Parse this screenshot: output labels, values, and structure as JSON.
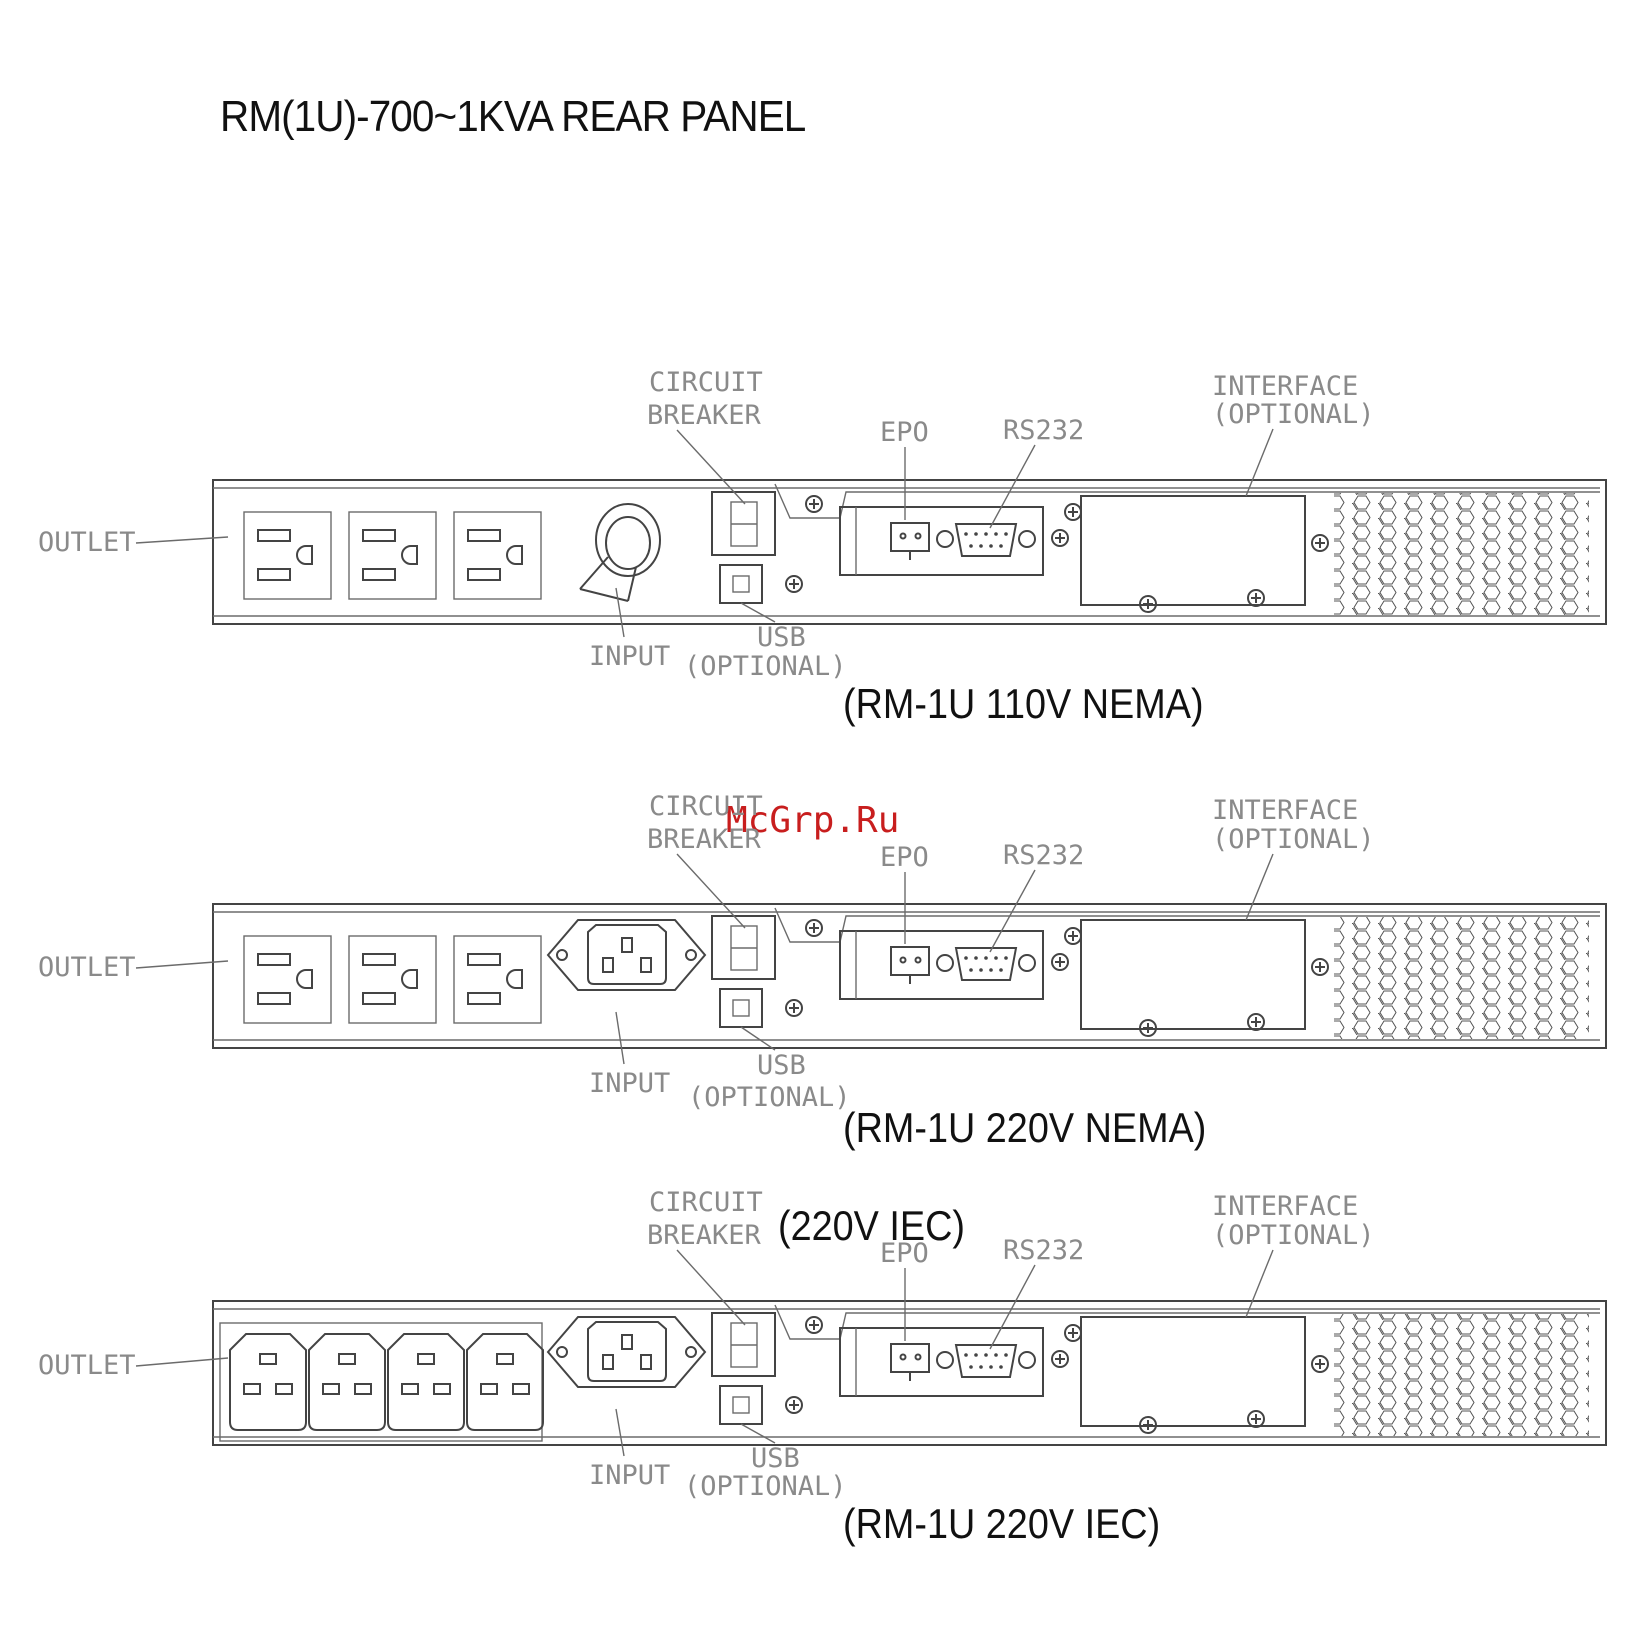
{
  "title": "RM(1U)-700~1KVA REAR PANEL",
  "watermark": "McGrp.Ru",
  "labels": {
    "outlet": "OUTLET",
    "input": "INPUT",
    "circuit": "CIRCUIT",
    "breaker": "BREAKER",
    "epo": "EPO",
    "rs232": "RS232",
    "interface": "INTERFACE",
    "optional": "(OPTIONAL)",
    "usb": "USB",
    "usb_optional": "(OPTIONAL)"
  },
  "panels": [
    {
      "caption": "(RM-1U 110V NEMA)",
      "outlet_type": "NEMA",
      "outlet_count": 3,
      "input_type": "power-cord"
    },
    {
      "caption": "(RM-1U 220V NEMA)",
      "outlet_type": "NEMA",
      "outlet_count": 3,
      "input_type": "IEC-inlet"
    },
    {
      "caption": "(RM-1U 220V IEC)",
      "extra_caption": "(220V IEC)",
      "outlet_type": "IEC",
      "outlet_count": 4,
      "input_type": "IEC-inlet"
    }
  ]
}
